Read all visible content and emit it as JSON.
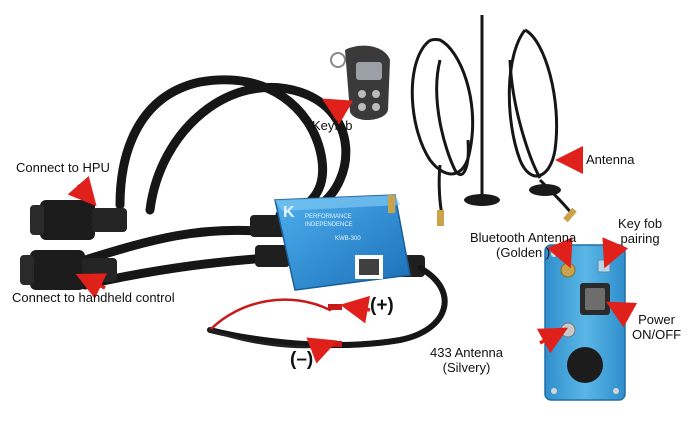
{
  "labels": {
    "connect_hpu": "Connect to HPU",
    "connect_handheld": "Connect to handheld control",
    "keyfob": "Keyfob",
    "antenna": "Antenna",
    "key_fob_pairing": "Key fob\npairing",
    "bluetooth_antenna": "Bluetooth Antenna\n(Golden )",
    "power": "Power\nON/OFF",
    "antenna_433": "433 Antenna\n(Silvery)",
    "plus": "(+)",
    "minus": "(–)"
  },
  "device_text": {
    "brand": "K",
    "line1": "PERFORMANCE",
    "line2": "INDEPENDENCE",
    "model": "KWB-300"
  },
  "colors": {
    "arrow": "#e0201b",
    "cable": "#161616",
    "device_blue": "#2a8fd8",
    "panel_blue": "#3aa0d8",
    "wire_red": "#c81a1a"
  }
}
